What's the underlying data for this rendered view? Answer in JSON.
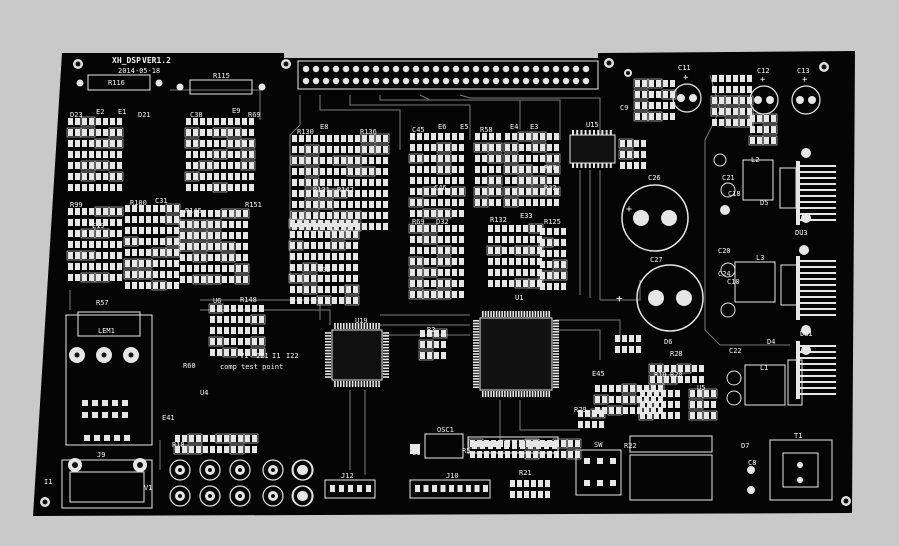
{
  "board": {
    "title": "XH_DSP",
    "version": "VER1.2",
    "date": "2014-05-18",
    "test_caption": "comp test point",
    "test_points": [
      "V1",
      "I21",
      "I1",
      "I22"
    ],
    "footer_marks": [
      "I1",
      "V1"
    ],
    "colors": {
      "background": "#c9c9c9",
      "board": "#050505",
      "silkscreen": "#f0f0f0",
      "pad": "#e6e6e6",
      "trace": "#7a7a7a"
    }
  },
  "labels": [
    {
      "id": "R115",
      "text": "R115"
    },
    {
      "id": "R116",
      "text": "R116"
    },
    {
      "id": "D23",
      "text": "D23"
    },
    {
      "id": "E2",
      "text": "E2"
    },
    {
      "id": "E1",
      "text": "E1"
    },
    {
      "id": "D21",
      "text": "D21"
    },
    {
      "id": "C38",
      "text": "C38"
    },
    {
      "id": "E9",
      "text": "E9"
    },
    {
      "id": "R69",
      "text": "R69"
    },
    {
      "id": "R130",
      "text": "R130"
    },
    {
      "id": "E8",
      "text": "E8"
    },
    {
      "id": "R136",
      "text": "R136"
    },
    {
      "id": "C45",
      "text": "C45"
    },
    {
      "id": "E6",
      "text": "E6"
    },
    {
      "id": "E5",
      "text": "E5"
    },
    {
      "id": "R58",
      "text": "R58"
    },
    {
      "id": "E4",
      "text": "E4"
    },
    {
      "id": "E3",
      "text": "E3"
    },
    {
      "id": "U15",
      "text": "U15"
    },
    {
      "id": "R131",
      "text": "R131"
    },
    {
      "id": "R142",
      "text": "R142"
    },
    {
      "id": "C46",
      "text": "C46"
    },
    {
      "id": "R30",
      "text": "R30"
    },
    {
      "id": "R32",
      "text": "R32"
    },
    {
      "id": "R99",
      "text": "R99"
    },
    {
      "id": "R100",
      "text": "R100"
    },
    {
      "id": "C31",
      "text": "C31"
    },
    {
      "id": "R145",
      "text": "R145"
    },
    {
      "id": "R151",
      "text": "R151"
    },
    {
      "id": "R69b",
      "text": "R69"
    },
    {
      "id": "D32",
      "text": "D32"
    },
    {
      "id": "R132",
      "text": "R132"
    },
    {
      "id": "E33",
      "text": "E33"
    },
    {
      "id": "R125",
      "text": "R125"
    },
    {
      "id": "E19",
      "text": "E19"
    },
    {
      "id": "C32",
      "text": "C32"
    },
    {
      "id": "R57",
      "text": "R57"
    },
    {
      "id": "LEM1",
      "text": "LEM1"
    },
    {
      "id": "U6",
      "text": "U6"
    },
    {
      "id": "R148",
      "text": "R148"
    },
    {
      "id": "U19",
      "text": "U19"
    },
    {
      "id": "R2",
      "text": "R2"
    },
    {
      "id": "U1",
      "text": "U1"
    },
    {
      "id": "R60",
      "text": "R60"
    },
    {
      "id": "U4",
      "text": "U4"
    },
    {
      "id": "E41",
      "text": "E41"
    },
    {
      "id": "R18",
      "text": "R18"
    },
    {
      "id": "J9",
      "text": "J9"
    },
    {
      "id": "J12",
      "text": "J12"
    },
    {
      "id": "OSC1",
      "text": "OSC1"
    },
    {
      "id": "C1",
      "text": "C1"
    },
    {
      "id": "J10",
      "text": "J10"
    },
    {
      "id": "R5",
      "text": "R5"
    },
    {
      "id": "R21",
      "text": "R21"
    },
    {
      "id": "SW",
      "text": "SW"
    },
    {
      "id": "R22",
      "text": "R22"
    },
    {
      "id": "E45",
      "text": "E45"
    },
    {
      "id": "R29",
      "text": "R29"
    },
    {
      "id": "R19",
      "text": "R19"
    },
    {
      "id": "R20",
      "text": "R20"
    },
    {
      "id": "U5",
      "text": "U5"
    },
    {
      "id": "D6",
      "text": "D6"
    },
    {
      "id": "R28",
      "text": "R28"
    },
    {
      "id": "C26",
      "text": "C26"
    },
    {
      "id": "C27",
      "text": "C27"
    },
    {
      "id": "C11",
      "text": "C11"
    },
    {
      "id": "C12",
      "text": "C12"
    },
    {
      "id": "C13",
      "text": "C13"
    },
    {
      "id": "L2",
      "text": "L2"
    },
    {
      "id": "D5",
      "text": "D5"
    },
    {
      "id": "DU3",
      "text": "DU3"
    },
    {
      "id": "C20",
      "text": "C20"
    },
    {
      "id": "L3",
      "text": "L3"
    },
    {
      "id": "DU1",
      "text": "DU1"
    },
    {
      "id": "C22",
      "text": "C22"
    },
    {
      "id": "D4",
      "text": "D4"
    },
    {
      "id": "L1",
      "text": "L1"
    },
    {
      "id": "T1",
      "text": "T1"
    },
    {
      "id": "D7",
      "text": "D7"
    },
    {
      "id": "C8",
      "text": "C8"
    },
    {
      "id": "C9",
      "text": "C9"
    },
    {
      "id": "C10",
      "text": "C10"
    },
    {
      "id": "C24",
      "text": "C24"
    },
    {
      "id": "C21",
      "text": "C21"
    },
    {
      "id": "C18",
      "text": "C18"
    }
  ]
}
